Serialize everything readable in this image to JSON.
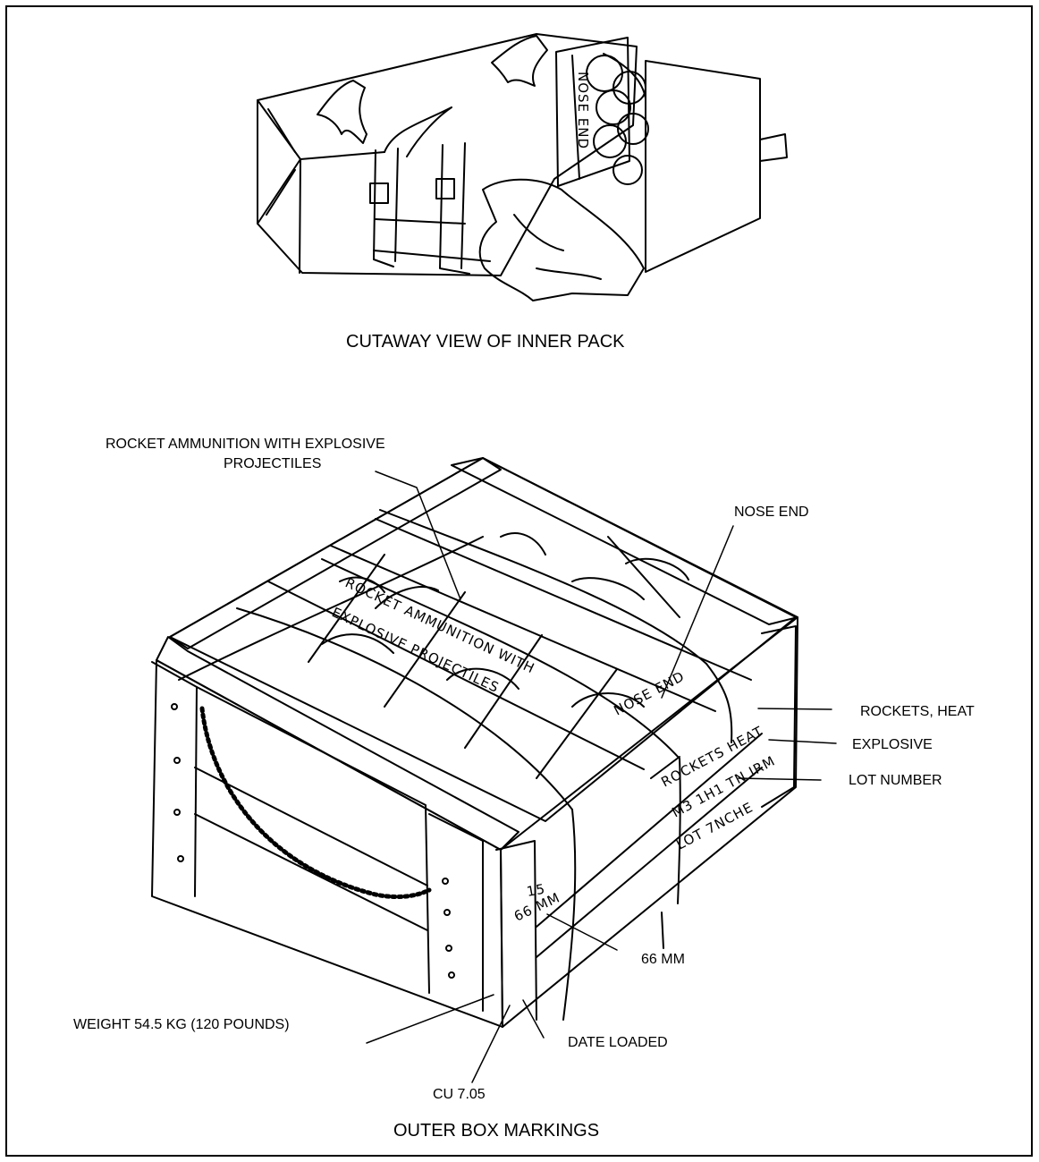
{
  "captions": {
    "inner_pack": "CUTAWAY VIEW OF INNER PACK",
    "outer_box": "OUTER BOX MARKINGS"
  },
  "callouts": {
    "rocket_ammunition": "ROCKET AMMUNITION WITH EXPLOSIVE",
    "projectiles": "PROJECTILES",
    "nose_end": "NOSE END",
    "rockets_heat": "ROCKETS,  HEAT",
    "explosive": "EXPLOSIVE",
    "lot_number": "LOT NUMBER",
    "mm66": "66 MM",
    "weight": "WEIGHT 54.5 KG (120 POUNDS)",
    "date_loaded": "DATE LOADED",
    "cu": "CU 7.05"
  },
  "box_markings": {
    "inner_nose_end": "NOSE END",
    "top_line1": "ROCKET AMMUNITION WITH",
    "top_line2": "EXPLOSIVE PROJECTILES",
    "top_nose_end": "NOSE END",
    "side_rockets_heat": "ROCKETS HEAT",
    "side_explosive": "M3 1H1 TN IRM",
    "side_lot": "LOT 7NCHE",
    "end_15": "15",
    "end_66mm": "66 MM"
  }
}
